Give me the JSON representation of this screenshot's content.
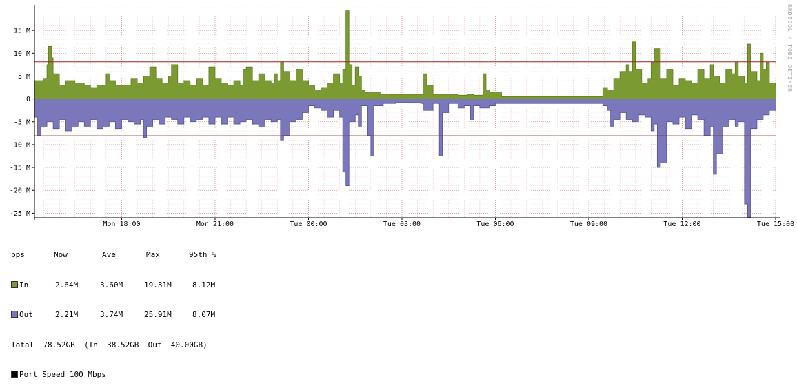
{
  "watermark": "RRDTOOL / TOBI OETIKER",
  "colors": {
    "in": "#7b9a32",
    "in_line": "#5d7a1f",
    "out": "#7a77bb",
    "out_line": "#55529a",
    "threshold": "#aa2222",
    "grid_minor": "#e8b8b8",
    "grid_major": "#d08c8c",
    "port_speed": "#000000"
  },
  "legend": {
    "headers": [
      "bps",
      "Now",
      "Ave",
      "Max",
      "95th %"
    ],
    "rows": [
      {
        "name": "In",
        "now": "2.64M",
        "ave": "3.60M",
        "max": "19.31M",
        "p95": "8.12M"
      },
      {
        "name": "Out",
        "now": "2.21M",
        "ave": "3.74M",
        "max": "25.91M",
        "p95": "8.07M"
      }
    ],
    "total": "Total  78.52GB  (In  38.52GB  Out  40.00GB)",
    "port_speed": "Port Speed 100 Mbps"
  },
  "chart_data": {
    "type": "area",
    "x_unit": "hours",
    "x_range": [
      15.2,
      39.0
    ],
    "ylim": [
      -26,
      20
    ],
    "y_ticks": [
      {
        "value": 15,
        "label": "15 M"
      },
      {
        "value": 10,
        "label": "10 M"
      },
      {
        "value": 5,
        "label": "5 M"
      },
      {
        "value": 0,
        "label": "0"
      },
      {
        "value": -5,
        "label": "-5 M"
      },
      {
        "value": -10,
        "label": "-10 M"
      },
      {
        "value": -15,
        "label": "-15 M"
      },
      {
        "value": -20,
        "label": "-20 M"
      },
      {
        "value": -25,
        "label": "-25 M"
      }
    ],
    "x_ticks": [
      {
        "value": 18,
        "label": "Mon 18:00"
      },
      {
        "value": 21,
        "label": "Mon 21:00"
      },
      {
        "value": 24,
        "label": "Tue 00:00"
      },
      {
        "value": 27,
        "label": "Tue 03:00"
      },
      {
        "value": 30,
        "label": "Tue 06:00"
      },
      {
        "value": 33,
        "label": "Tue 09:00"
      },
      {
        "value": 36,
        "label": "Tue 12:00"
      },
      {
        "value": 39,
        "label": "Tue 15:00"
      }
    ],
    "thresholds": [
      8.12,
      -8.07
    ],
    "gaps": [
      [
        33.2,
        33.4
      ]
    ],
    "series": [
      {
        "name": "In",
        "points": [
          [
            15.2,
            4.0
          ],
          [
            15.5,
            4.5
          ],
          [
            15.6,
            7.5
          ],
          [
            15.65,
            11.5
          ],
          [
            15.75,
            9.0
          ],
          [
            15.8,
            5.5
          ],
          [
            16.0,
            3.0
          ],
          [
            16.2,
            4.0
          ],
          [
            16.5,
            3.5
          ],
          [
            16.8,
            3.0
          ],
          [
            17.0,
            2.5
          ],
          [
            17.2,
            3.0
          ],
          [
            17.5,
            5.5
          ],
          [
            17.6,
            4.0
          ],
          [
            17.8,
            3.0
          ],
          [
            18.1,
            3.0
          ],
          [
            18.3,
            4.5
          ],
          [
            18.5,
            3.5
          ],
          [
            18.7,
            5.0
          ],
          [
            18.9,
            7.0
          ],
          [
            19.1,
            4.5
          ],
          [
            19.3,
            3.5
          ],
          [
            19.5,
            5.0
          ],
          [
            19.6,
            7.5
          ],
          [
            19.8,
            3.5
          ],
          [
            20.0,
            4.0
          ],
          [
            20.2,
            3.0
          ],
          [
            20.4,
            4.5
          ],
          [
            20.6,
            3.0
          ],
          [
            20.8,
            7.0
          ],
          [
            21.0,
            4.5
          ],
          [
            21.2,
            3.5
          ],
          [
            21.4,
            3.0
          ],
          [
            21.6,
            4.0
          ],
          [
            21.8,
            3.0
          ],
          [
            21.9,
            6.5
          ],
          [
            22.0,
            7.0
          ],
          [
            22.2,
            4.0
          ],
          [
            22.4,
            5.5
          ],
          [
            22.6,
            4.0
          ],
          [
            22.8,
            3.5
          ],
          [
            22.9,
            5.5
          ],
          [
            23.0,
            4.0
          ],
          [
            23.1,
            8.0
          ],
          [
            23.2,
            6.0
          ],
          [
            23.4,
            4.0
          ],
          [
            23.6,
            6.5
          ],
          [
            23.8,
            4.0
          ],
          [
            24.0,
            3.0
          ],
          [
            24.2,
            2.0
          ],
          [
            24.4,
            2.5
          ],
          [
            24.6,
            3.5
          ],
          [
            24.8,
            5.5
          ],
          [
            25.0,
            3.5
          ],
          [
            25.1,
            6.5
          ],
          [
            25.2,
            19.3
          ],
          [
            25.3,
            7.5
          ],
          [
            25.4,
            3.0
          ],
          [
            25.5,
            7.0
          ],
          [
            25.6,
            5.0
          ],
          [
            25.7,
            2.0
          ],
          [
            25.8,
            1.5
          ],
          [
            26.1,
            1.5
          ],
          [
            26.3,
            1.0
          ],
          [
            26.6,
            1.0
          ],
          [
            26.8,
            1.0
          ],
          [
            27.0,
            1.0
          ],
          [
            27.2,
            1.0
          ],
          [
            27.4,
            1.0
          ],
          [
            27.6,
            1.0
          ],
          [
            27.7,
            5.5
          ],
          [
            27.8,
            3.0
          ],
          [
            28.0,
            1.0
          ],
          [
            28.5,
            1.0
          ],
          [
            28.8,
            0.8
          ],
          [
            29.1,
            1.0
          ],
          [
            29.3,
            0.8
          ],
          [
            29.5,
            0.8
          ],
          [
            29.6,
            5.5
          ],
          [
            29.7,
            2.0
          ],
          [
            29.8,
            1.5
          ],
          [
            30.0,
            1.5
          ],
          [
            30.2,
            0.5
          ],
          [
            30.8,
            0.5
          ],
          [
            31.5,
            0.5
          ],
          [
            32.0,
            0.5
          ],
          [
            32.6,
            0.5
          ],
          [
            33.2,
            0.5
          ],
          [
            33.45,
            2.5
          ],
          [
            33.6,
            2.0
          ],
          [
            33.8,
            4.5
          ],
          [
            34.0,
            6.0
          ],
          [
            34.2,
            7.5
          ],
          [
            34.3,
            6.0
          ],
          [
            34.4,
            12.5
          ],
          [
            34.5,
            6.5
          ],
          [
            34.7,
            3.5
          ],
          [
            34.9,
            4.5
          ],
          [
            35.0,
            8.0
          ],
          [
            35.1,
            11.0
          ],
          [
            35.3,
            4.5
          ],
          [
            35.5,
            6.5
          ],
          [
            35.7,
            3.0
          ],
          [
            35.9,
            4.5
          ],
          [
            36.1,
            4.0
          ],
          [
            36.3,
            3.5
          ],
          [
            36.5,
            6.5
          ],
          [
            36.7,
            4.5
          ],
          [
            36.9,
            7.5
          ],
          [
            37.0,
            5.0
          ],
          [
            37.2,
            3.5
          ],
          [
            37.4,
            6.5
          ],
          [
            37.6,
            5.5
          ],
          [
            37.7,
            8.0
          ],
          [
            37.8,
            5.0
          ],
          [
            38.0,
            3.5
          ],
          [
            38.1,
            12.0
          ],
          [
            38.2,
            6.0
          ],
          [
            38.4,
            4.0
          ],
          [
            38.5,
            10.0
          ],
          [
            38.6,
            6.5
          ],
          [
            38.7,
            8.0
          ],
          [
            38.8,
            3.5
          ],
          [
            39.0,
            2.64
          ]
        ]
      },
      {
        "name": "Out",
        "points": [
          [
            15.2,
            -4.0
          ],
          [
            15.3,
            -8.0
          ],
          [
            15.4,
            -6.0
          ],
          [
            15.6,
            -5.0
          ],
          [
            15.8,
            -6.5
          ],
          [
            16.0,
            -4.5
          ],
          [
            16.2,
            -7.0
          ],
          [
            16.4,
            -6.0
          ],
          [
            16.6,
            -5.0
          ],
          [
            16.8,
            -6.0
          ],
          [
            17.0,
            -4.5
          ],
          [
            17.2,
            -6.5
          ],
          [
            17.4,
            -6.0
          ],
          [
            17.6,
            -5.0
          ],
          [
            17.8,
            -6.5
          ],
          [
            18.0,
            -4.5
          ],
          [
            18.2,
            -5.0
          ],
          [
            18.4,
            -5.5
          ],
          [
            18.6,
            -4.5
          ],
          [
            18.7,
            -8.5
          ],
          [
            18.8,
            -6.0
          ],
          [
            19.0,
            -4.5
          ],
          [
            19.2,
            -5.5
          ],
          [
            19.4,
            -4.0
          ],
          [
            19.6,
            -4.5
          ],
          [
            19.8,
            -5.5
          ],
          [
            20.0,
            -4.0
          ],
          [
            20.2,
            -5.0
          ],
          [
            20.4,
            -4.5
          ],
          [
            20.6,
            -4.0
          ],
          [
            20.8,
            -5.5
          ],
          [
            21.0,
            -4.0
          ],
          [
            21.2,
            -5.5
          ],
          [
            21.4,
            -4.0
          ],
          [
            21.6,
            -5.5
          ],
          [
            21.8,
            -5.0
          ],
          [
            22.0,
            -4.5
          ],
          [
            22.2,
            -5.5
          ],
          [
            22.4,
            -6.0
          ],
          [
            22.6,
            -4.5
          ],
          [
            22.8,
            -5.0
          ],
          [
            23.0,
            -4.5
          ],
          [
            23.1,
            -9.0
          ],
          [
            23.2,
            -8.0
          ],
          [
            23.4,
            -5.0
          ],
          [
            23.6,
            -4.5
          ],
          [
            23.8,
            -3.0
          ],
          [
            24.0,
            -1.5
          ],
          [
            24.2,
            -2.0
          ],
          [
            24.4,
            -2.5
          ],
          [
            24.6,
            -4.0
          ],
          [
            24.8,
            -2.5
          ],
          [
            25.0,
            -4.0
          ],
          [
            25.1,
            -16.0
          ],
          [
            25.2,
            -19.0
          ],
          [
            25.3,
            -5.0
          ],
          [
            25.5,
            -3.5
          ],
          [
            25.6,
            -6.0
          ],
          [
            25.7,
            -1.5
          ],
          [
            25.9,
            -8.0
          ],
          [
            26.0,
            -12.5
          ],
          [
            26.1,
            -1.5
          ],
          [
            26.4,
            -1.0
          ],
          [
            26.6,
            -1.0
          ],
          [
            26.8,
            -0.8
          ],
          [
            27.0,
            -0.8
          ],
          [
            27.2,
            -0.8
          ],
          [
            27.4,
            -0.8
          ],
          [
            27.6,
            -1.0
          ],
          [
            27.7,
            -2.5
          ],
          [
            28.0,
            -1.0
          ],
          [
            28.2,
            -12.5
          ],
          [
            28.3,
            -3.0
          ],
          [
            28.5,
            -1.0
          ],
          [
            28.8,
            -2.0
          ],
          [
            29.0,
            -1.5
          ],
          [
            29.2,
            -4.5
          ],
          [
            29.3,
            -1.5
          ],
          [
            29.5,
            -2.0
          ],
          [
            29.8,
            -1.5
          ],
          [
            30.0,
            -1.0
          ],
          [
            30.2,
            -1.0
          ],
          [
            33.45,
            -1.5
          ],
          [
            33.6,
            -2.5
          ],
          [
            33.7,
            -6.0
          ],
          [
            33.8,
            -4.5
          ],
          [
            34.0,
            -3.0
          ],
          [
            34.2,
            -4.5
          ],
          [
            34.4,
            -5.0
          ],
          [
            34.6,
            -3.5
          ],
          [
            34.8,
            -4.0
          ],
          [
            35.0,
            -7.0
          ],
          [
            35.1,
            -5.5
          ],
          [
            35.2,
            -15.0
          ],
          [
            35.3,
            -14.0
          ],
          [
            35.5,
            -5.0
          ],
          [
            35.7,
            -5.5
          ],
          [
            35.9,
            -4.0
          ],
          [
            36.1,
            -6.5
          ],
          [
            36.3,
            -3.5
          ],
          [
            36.5,
            -4.5
          ],
          [
            36.7,
            -8.0
          ],
          [
            36.9,
            -6.0
          ],
          [
            37.0,
            -16.5
          ],
          [
            37.1,
            -12.0
          ],
          [
            37.3,
            -6.0
          ],
          [
            37.5,
            -4.5
          ],
          [
            37.7,
            -6.0
          ],
          [
            37.8,
            -5.0
          ],
          [
            38.0,
            -23.0
          ],
          [
            38.1,
            -25.9
          ],
          [
            38.2,
            -6.5
          ],
          [
            38.4,
            -4.5
          ],
          [
            38.6,
            -3.5
          ],
          [
            38.8,
            -2.5
          ],
          [
            39.0,
            -2.21
          ]
        ]
      }
    ]
  }
}
